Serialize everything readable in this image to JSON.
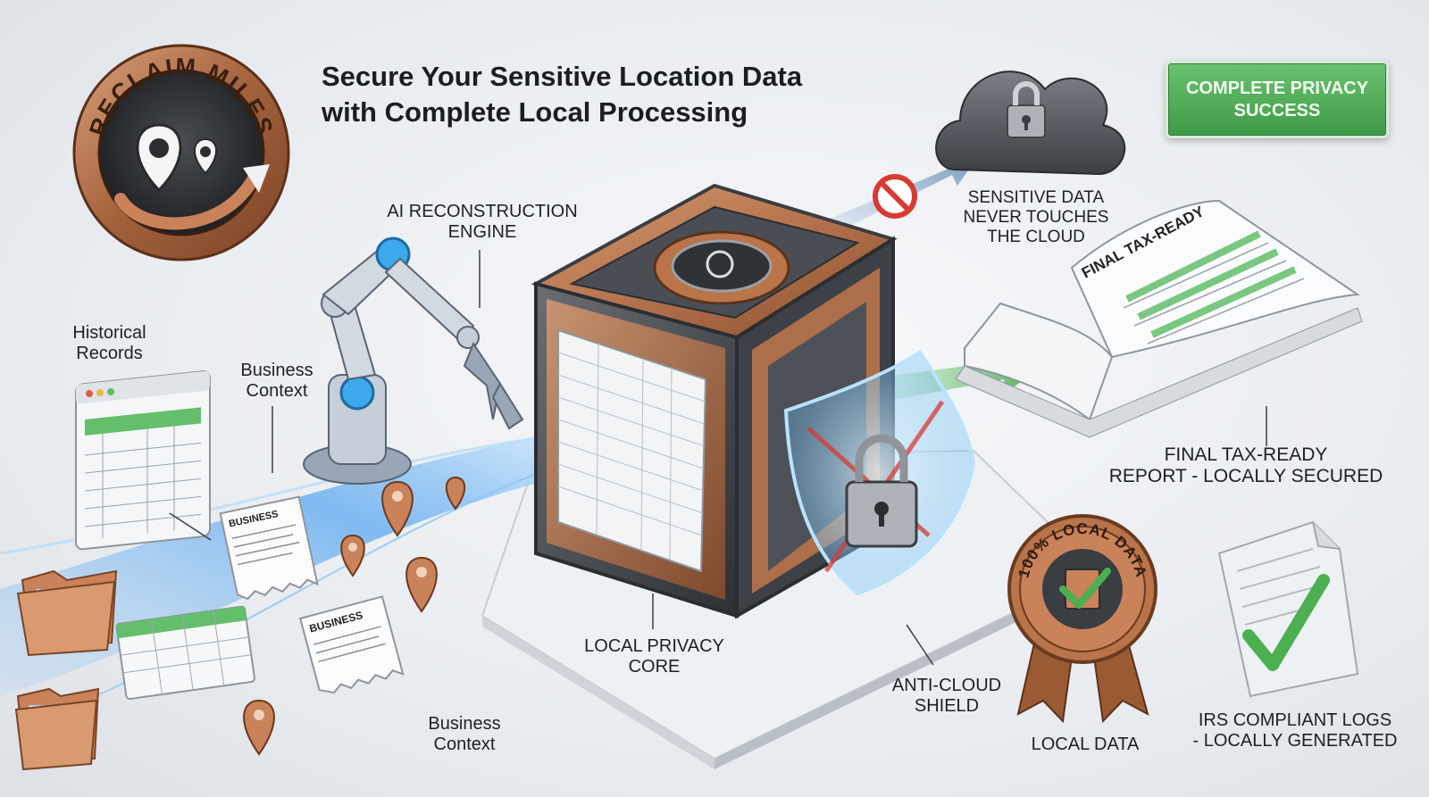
{
  "title": {
    "line1": "Secure Your Sensitive Location Data",
    "line2": "with Complete Local Processing"
  },
  "logo": {
    "text": "RECLAIM MILES"
  },
  "badge": {
    "line1": "COMPLETE PRIVACY",
    "line2": "SUCCESS"
  },
  "labels": {
    "ai_engine": {
      "line1": "AI RECONSTRUCTION",
      "line2": "ENGINE"
    },
    "historical": {
      "line1": "Historical",
      "line2": "Records"
    },
    "business_context_top": {
      "line1": "Business",
      "line2": "Context"
    },
    "business_context_bottom": {
      "line1": "Business",
      "line2": "Context"
    },
    "cloud": {
      "line1": "SENSITIVE DATA",
      "line2": "NEVER TOUCHES",
      "line3": "THE CLOUD"
    },
    "tax_report": {
      "line1": "FINAL TAX-READY",
      "line2": "REPORT - LOCALLY SECURED"
    },
    "privacy_core": {
      "line1": "LOCAL PRIVACY",
      "line2": "CORE"
    },
    "shield": {
      "line1": "ANTI-CLOUD",
      "line2": "SHIELD"
    },
    "local_data": {
      "line1": "LOCAL DATA"
    },
    "irs": {
      "line1": "IRS COMPLIANT LOGS",
      "line2": "- LOCALLY GENERATED"
    }
  },
  "seal": {
    "text": "100% LOCAL DATA"
  },
  "receipt": {
    "title": "BUSINESS"
  },
  "report_book": {
    "title": "FINAL TAX-READY"
  },
  "icons": [
    "cloud-lock-icon",
    "prohibited-icon",
    "shield-lock-icon",
    "location-pin-icon",
    "folder-icon",
    "checkmark-icon",
    "robot-arm-icon"
  ],
  "colors": {
    "accent_green": "#4caf50",
    "copper": "#b9744a",
    "prohibited_red": "#d83a34",
    "data_stream_blue": "#5aa8f0"
  }
}
